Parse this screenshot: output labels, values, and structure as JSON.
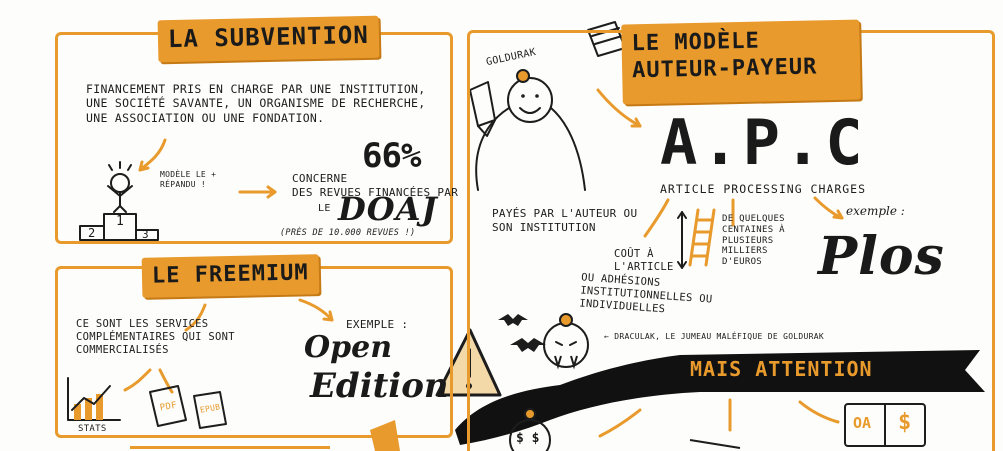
{
  "colors": {
    "accent": "#e89a2c",
    "ink": "#1d1d1d",
    "paper": "#fdfdfb"
  },
  "subvention": {
    "title": "LA SUBVENTION",
    "description": "FINANCEMENT PRIS EN CHARGE PAR UNE INSTITUTION, UNE SOCIÉTÉ SAVANTE, UN ORGANISME DE RECHERCHE, UNE ASSOCIATION OU UNE FONDATION.",
    "podium_note": "MODÈLE LE + RÉPANDU !",
    "podium_1": "1",
    "podium_2": "2",
    "podium_3": "3",
    "concerne": "CONCERNE",
    "percent": "66%",
    "revues": "DES REVUES FINANCÉES PAR",
    "le": "LE",
    "doaj": "DOAJ",
    "doaj_note": "(PRÈS DE 10.000 REVUES !)"
  },
  "freemium": {
    "title": "LE FREEMIUM",
    "description": "CE SONT LES SERVICES COMPLÉMENTAIRES QUI SONT COMMERCIALISÉS",
    "stats": "STATS",
    "pdf": "PDF",
    "epub": "EPUB",
    "example_label": "EXEMPLE :",
    "example_line1": "Open",
    "example_line2": "Edition"
  },
  "apc": {
    "title_line1": "LE MODÈLE",
    "title_line2": "AUTEUR-PAYEUR",
    "goldurak": "GOLDURAK",
    "acronym": "A.P.C",
    "expanded": "ARTICLE PROCESSING CHARGES",
    "paid_by": "PAYÉS PAR L'AUTEUR OU SON INSTITUTION",
    "cost": "COÛT À L'ARTICLE",
    "memberships": "OU ADHÉSIONS INSTITUTIONNELLES OU INDIVIDUELLES",
    "price_range": "DE QUELQUES CENTAINES À PLUSIEURS MILLIERS D'EUROS",
    "example_label": "exemple :",
    "example_value": "Plos",
    "draculak": "← DRACULAK, LE JUMEAU MALÉFIQUE DE GOLDURAK",
    "warning": "MAIS ATTENTION",
    "oa": "OA",
    "dollar": "$",
    "coins": "$ $"
  }
}
